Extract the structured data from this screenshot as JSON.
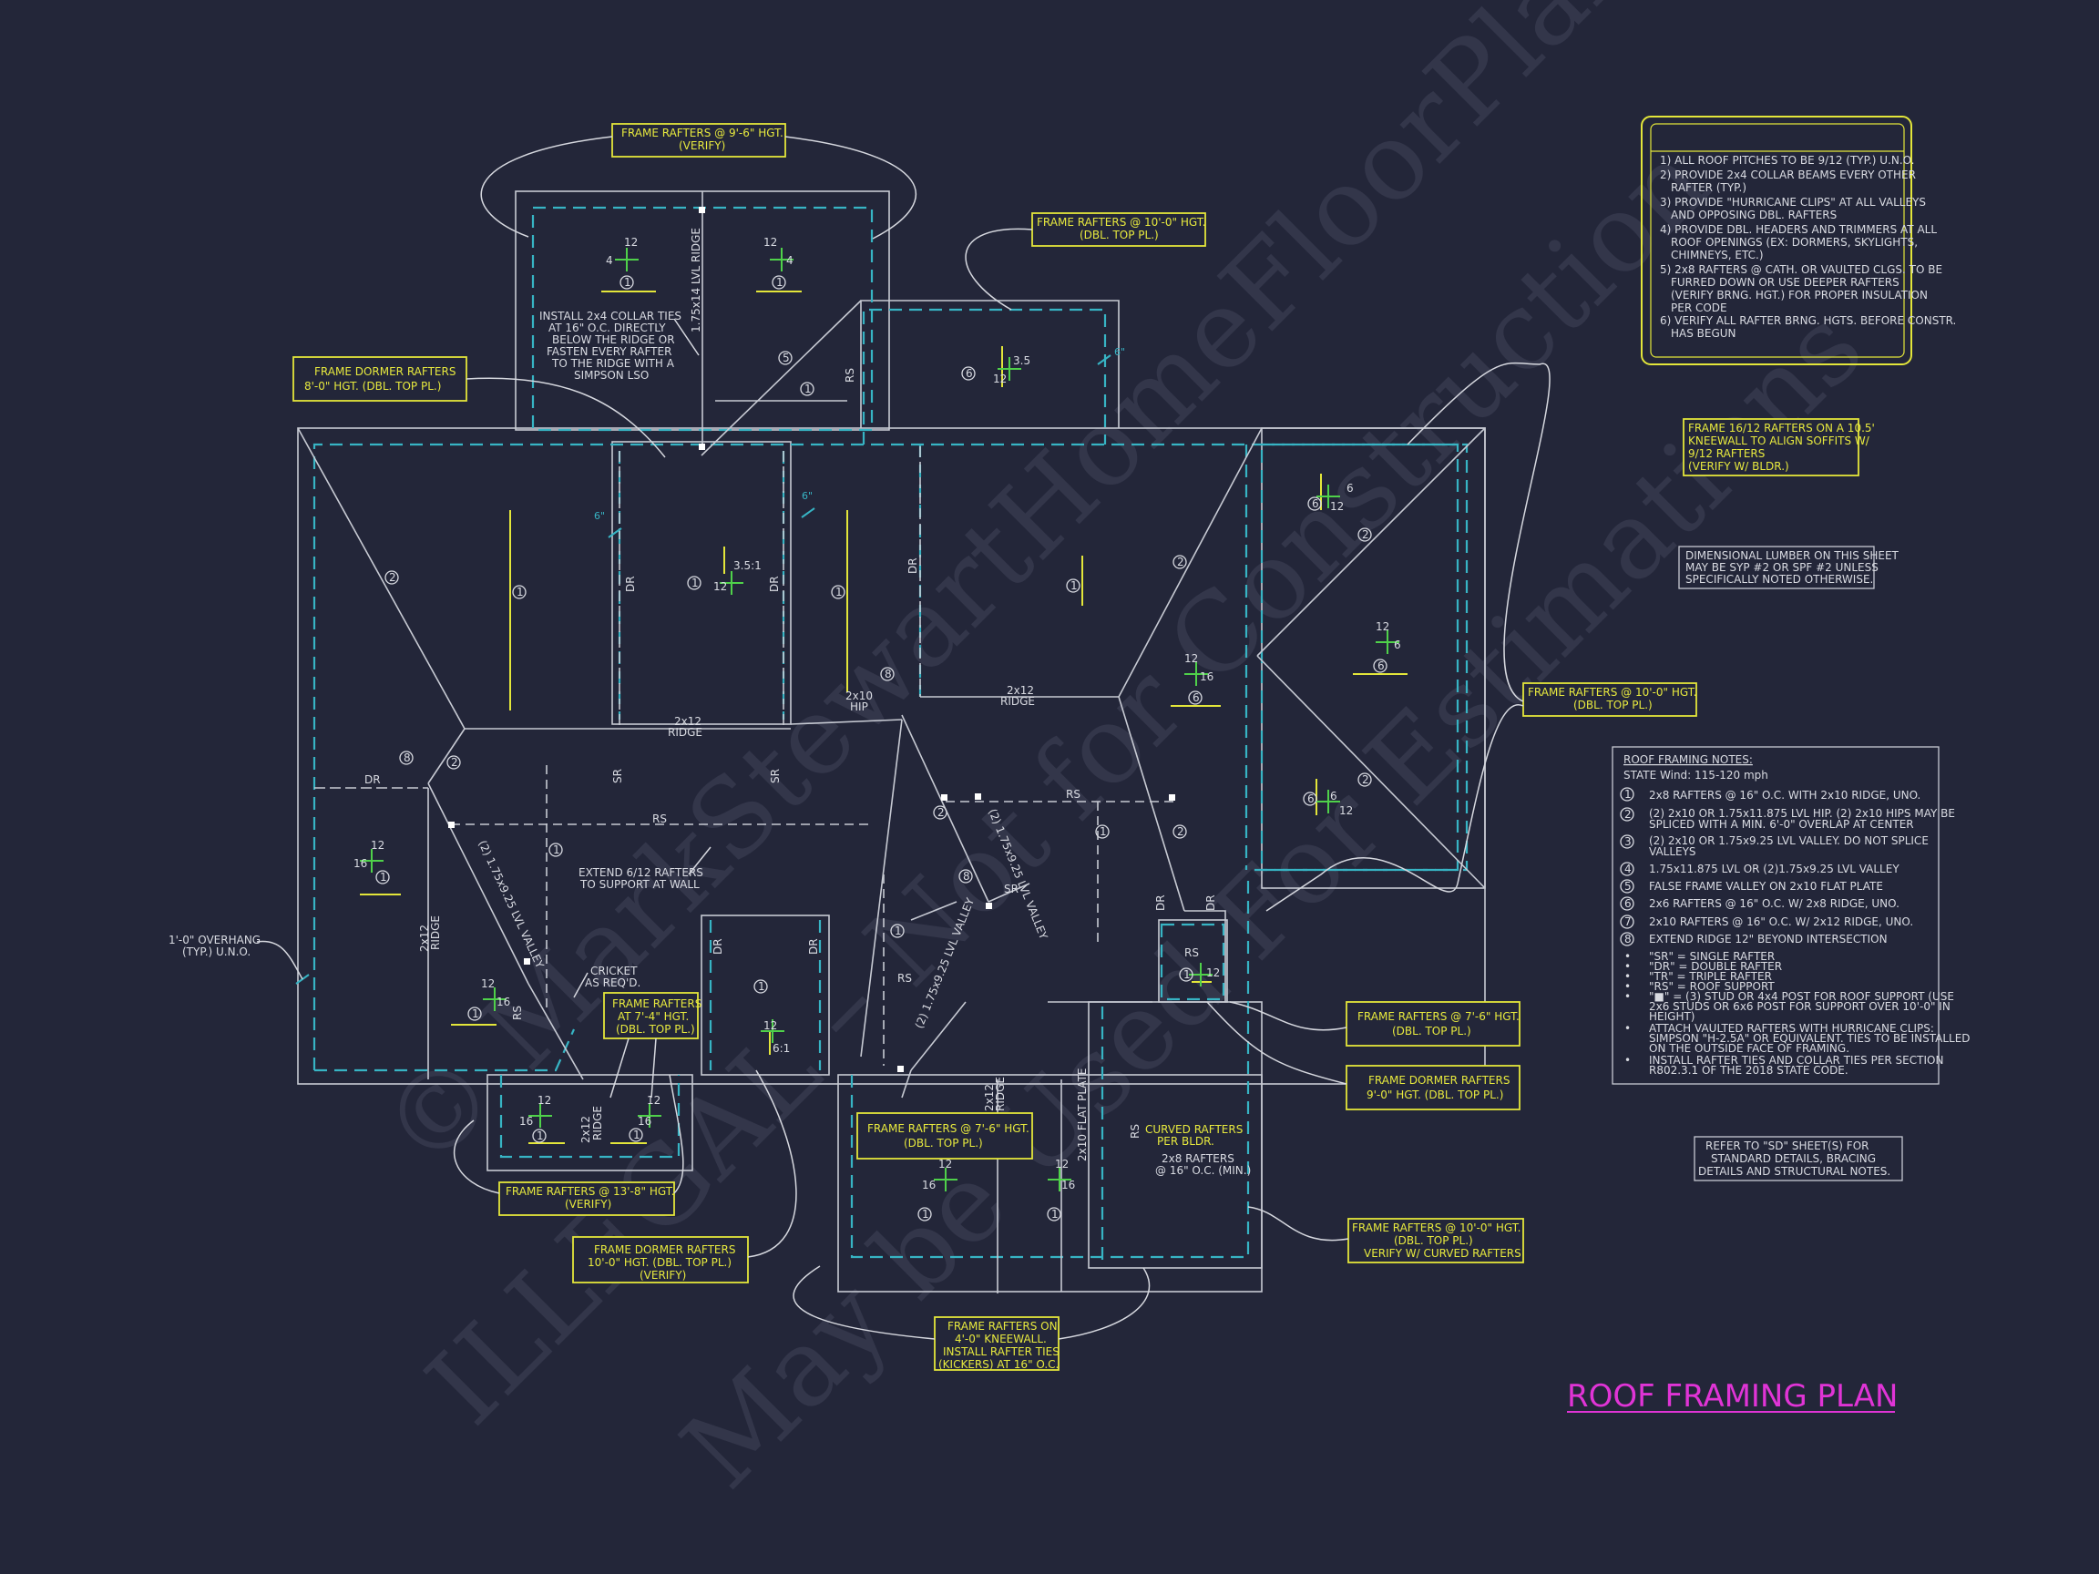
{
  "title": "ROOF FRAMING PLAN",
  "watermark": [
    "© MarkStewartHomeFloorPlans.com",
    "ILLEGAL – Not for Construction",
    "May be Used For Estimations"
  ],
  "colors": {
    "background": "#232639",
    "walls": "#c7cad3",
    "dashed_plate": "#37b4c4",
    "yellow_text": "#e7e93e",
    "title_magenta": "#e034d6",
    "slope_cross": "#4fd14a"
  },
  "general_notes": [
    "1) ALL ROOF PITCHES TO BE 9/12 (TYP.) U.N.O.",
    "2) PROVIDE 2x4 COLLAR BEAMS EVERY OTHER",
    "RAFTER (TYP.)",
    "3) PROVIDE \"HURRICANE CLIPS\" AT ALL VALLEYS",
    "AND OPPOSING DBL. RAFTERS",
    "4) PROVIDE DBL. HEADERS AND TRIMMERS AT ALL",
    "ROOF OPENINGS (EX: DORMERS, SKYLIGHTS,",
    "CHIMNEYS, ETC.)",
    "5) 2x8 RAFTERS @ CATH. OR VAULTED CLGS. TO BE",
    "FURRED DOWN OR USE DEEPER RAFTERS",
    "(VERIFY BRNG. HGT.) FOR PROPER INSULATION",
    "PER CODE",
    "6) VERIFY ALL RAFTER BRNG. HGTS. BEFORE CONSTR.",
    "HAS BEGUN"
  ],
  "roof_framing_notes": {
    "heading": "ROOF FRAMING NOTES:",
    "wind": "STATE Wind: 115-120 mph",
    "items": [
      {
        "n": "1",
        "text": "2x8 RAFTERS @ 16\" O.C. WITH 2x10 RIDGE, UNO."
      },
      {
        "n": "2",
        "text": "(2) 2x10 OR 1.75x11.875 LVL HIP. (2) 2x10 HIPS MAY BE"
      },
      {
        "n": "",
        "text": "SPLICED WITH A MIN. 6'-0\" OVERLAP AT CENTER"
      },
      {
        "n": "3",
        "text": "(2) 2x10 OR 1.75x9.25 LVL VALLEY. DO NOT SPLICE"
      },
      {
        "n": "",
        "text": "VALLEYS"
      },
      {
        "n": "4",
        "text": "1.75x11.875 LVL OR (2)1.75x9.25 LVL VALLEY"
      },
      {
        "n": "5",
        "text": "FALSE FRAME VALLEY ON 2x10 FLAT PLATE"
      },
      {
        "n": "6",
        "text": "2x6 RAFTERS @ 16\" O.C. W/ 2x8 RIDGE, UNO."
      },
      {
        "n": "7",
        "text": "2x10 RAFTERS @ 16\" O.C. W/ 2x12 RIDGE, UNO."
      },
      {
        "n": "8",
        "text": "EXTEND RIDGE 12\" BEYOND INTERSECTION"
      }
    ],
    "bullets": [
      "\"SR\"  = SINGLE RAFTER",
      "\"DR\"  = DOUBLE RAFTER",
      "\"TR\"  = TRIPLE RAFTER",
      "\"RS\"  = ROOF SUPPORT",
      "\"■\" = (3) STUD OR 4x4 POST FOR ROOF SUPPORT (USE",
      "2x6 STUDS OR 6x6 POST FOR SUPPORT OVER 10'-0\" IN",
      "HEIGHT)",
      "ATTACH VAULTED RAFTERS WITH HURRICANE CLIPS:",
      "SIMPSON \"H-2.5A\" OR EQUIVALENT. TIES TO BE INSTALLED",
      "ON THE OUTSIDE FACE OF FRAMING.",
      "INSTALL RAFTER TIES AND COLLAR TIES PER SECTION",
      "R802.3.1 OF THE 2018 STATE CODE."
    ]
  },
  "lumber_note": [
    "DIMENSIONAL LUMBER ON THIS SHEET",
    "MAY BE SYP #2 OR SPF #2 UNLESS",
    "SPECIFICALLY NOTED OTHERWISE."
  ],
  "refer_note": [
    "REFER TO \"SD\" SHEET(S) FOR",
    "STANDARD DETAILS, BRACING",
    "DETAILS AND STRUCTURAL NOTES."
  ],
  "callouts": {
    "c1": [
      "FRAME RAFTERS @ 9'-6\" HGT.",
      "(VERIFY)"
    ],
    "c2": [
      "FRAME RAFTERS @ 10'-0\" HGT.",
      "(DBL. TOP PL.)"
    ],
    "c3": [
      "FRAME DORMER RAFTERS",
      "8'-0\" HGT. (DBL. TOP PL.)"
    ],
    "c4": [
      "FRAME 16/12 RAFTERS ON A 10.5'",
      "KNEEWALL TO ALIGN SOFFITS W/",
      "9/12 RAFTERS",
      "(VERIFY W/ BLDR.)"
    ],
    "c5": [
      "FRAME RAFTERS @ 10'-0\" HGT.",
      "(DBL. TOP PL.)"
    ],
    "c6": [
      "FRAME RAFTERS @ 7'-6\" HGT.",
      "(DBL. TOP PL.)"
    ],
    "c7": [
      "FRAME DORMER RAFTERS",
      "9'-0\" HGT. (DBL. TOP PL.)"
    ],
    "c8": [
      "FRAME RAFTERS @ 10'-0\" HGT.",
      "(DBL. TOP PL.)",
      "VERIFY W/ CURVED RAFTERS"
    ],
    "c9": [
      "FRAME RAFTERS",
      "AT 7'-4\" HGT.",
      "(DBL. TOP PL.)"
    ],
    "c10": [
      "FRAME RAFTERS @ 7'-6\" HGT.",
      "(DBL. TOP PL.)"
    ],
    "c11": [
      "FRAME RAFTERS @ 13'-8\" HGT.",
      "(VERIFY)"
    ],
    "c12": [
      "FRAME DORMER RAFTERS",
      "10'-0\" HGT. (DBL. TOP PL.)",
      "(VERIFY)"
    ],
    "c13": [
      "FRAME RAFTERS ON",
      "4'-0\" KNEEWALL.",
      "INSTALL RAFTER TIES",
      "(KICKERS) AT 16\" O.C."
    ]
  },
  "plan_notes": {
    "collar": [
      "INSTALL 2x4 COLLAR TIES",
      "AT 16\" O.C. DIRECTLY",
      "BELOW THE RIDGE OR",
      "FASTEN EVERY RAFTER",
      "TO THE RIDGE WITH A",
      "SIMPSON LSO"
    ],
    "extend": [
      "EXTEND 6/12 RAFTERS",
      "TO SUPPORT AT WALL"
    ],
    "overhang": [
      "1'-0\" OVERHANG",
      "(TYP.) U.N.O."
    ],
    "cricket": [
      "CRICKET",
      "AS REQ'D."
    ],
    "curved": [
      "CURVED RAFTERS",
      "PER BLDR."
    ],
    "curved_sub": [
      "2x8 RAFTERS",
      "@ 16\" O.C. (MIN.)"
    ]
  },
  "members": {
    "ridge_2x12_a": "2x12",
    "ridge_word": "RIDGE",
    "ridge_2x12_b": "2x12",
    "hip_2x10": "2x10",
    "hip_word": "HIP",
    "lvl_ridge": "1.75x14 LVL RIDGE",
    "valley_a": "(2) 1.75x9.25 LVL VALLEY",
    "valley_b": "(2) 1.75x9.25 LVL VALLEY",
    "valley_c": "(2) 1.75x9.25 LVL VALLEY",
    "ridge_2x12_c": "2x12",
    "ridge_2x12_d": "2x12",
    "ridge_2x12_e": "2x12",
    "flat_plate": "2x10 FLAT PLATE",
    "dr": "DR",
    "sr": "SR",
    "rs": "RS"
  },
  "overhang_tags": {
    "six": "6\""
  }
}
